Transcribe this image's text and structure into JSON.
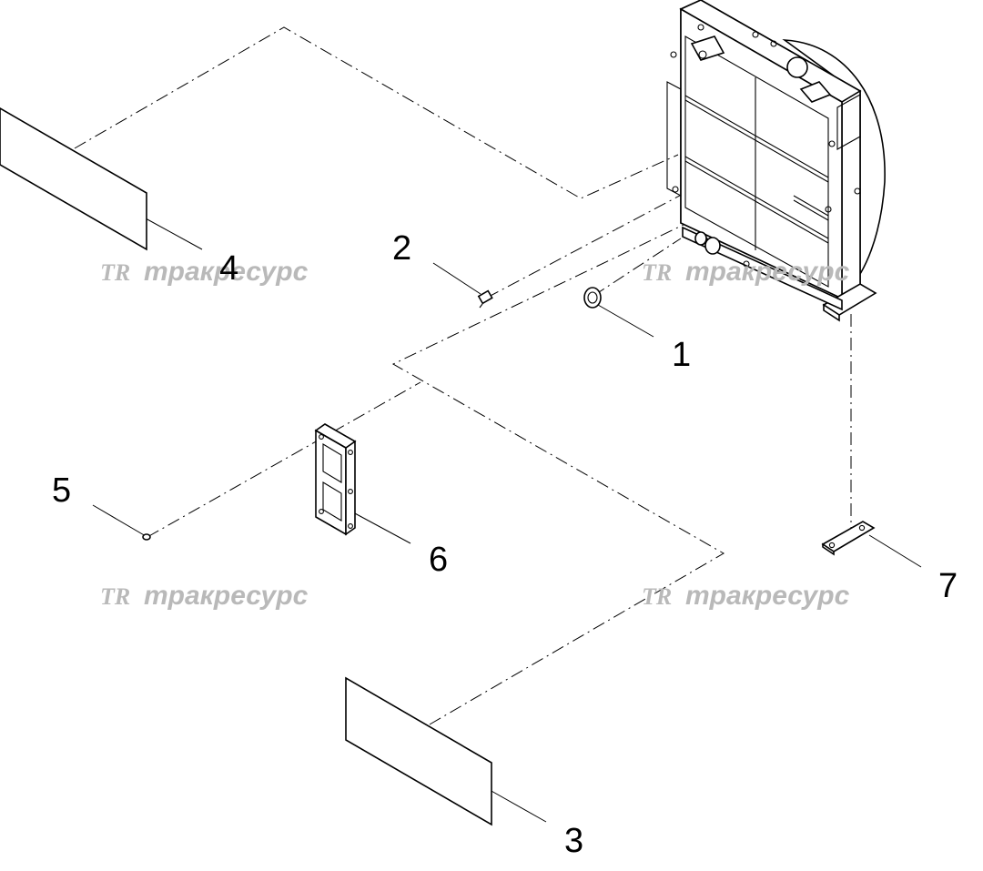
{
  "callouts": [
    {
      "id": "1",
      "label": "1"
    },
    {
      "id": "2",
      "label": "2"
    },
    {
      "id": "3",
      "label": "3"
    },
    {
      "id": "4",
      "label": "4"
    },
    {
      "id": "5",
      "label": "5"
    },
    {
      "id": "6",
      "label": "6"
    },
    {
      "id": "7",
      "label": "7"
    }
  ],
  "watermark": {
    "logo": "TR",
    "text": "тракресурс",
    "color": "#b9b9b9"
  },
  "colors": {
    "line": "#000000",
    "background": "#ffffff"
  }
}
